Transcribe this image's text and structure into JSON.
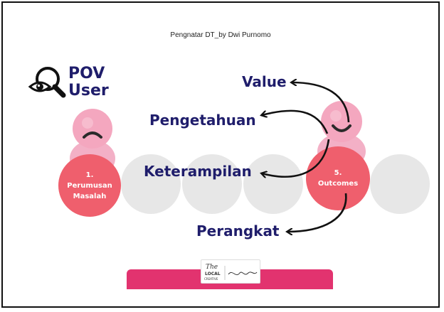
{
  "header": {
    "text": "Pengnatar DT_by Dwi Purnomo"
  },
  "pov": {
    "line1": "POV",
    "line2": "User"
  },
  "labels": {
    "value": "Value",
    "pengetahuan": "Pengetahuan",
    "keterampilan": "Keterampilan",
    "perangkat": "Perangkat"
  },
  "circles": {
    "left": {
      "num": "1.",
      "line1": "Perumusan",
      "line2": "Masalah"
    },
    "right": {
      "num": "5.",
      "line1": "Outcomes"
    }
  },
  "logo": {
    "brand": "The Local Creative",
    "signature": "Dwy"
  },
  "colors": {
    "navy": "#1f1d6b",
    "pink_circle": "#ef5f6d",
    "bar": "#e2336f",
    "figure_pink": "#f4a7bf",
    "gray_circle": "#e7e7e7"
  },
  "icons": [
    "eye-magnifier-icon",
    "sad-face-figure",
    "smile-face-figure"
  ]
}
